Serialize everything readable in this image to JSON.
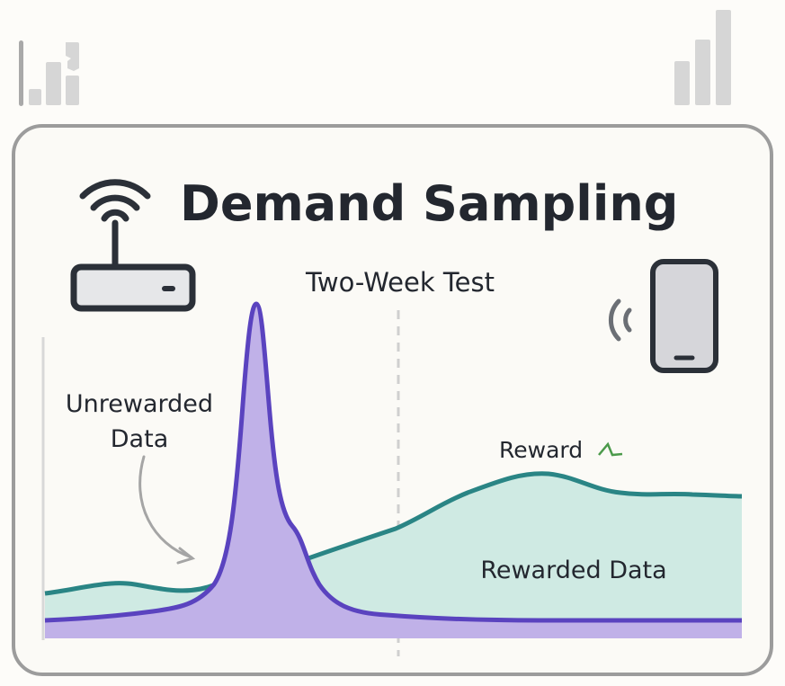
{
  "title": "Demand Sampling",
  "subtitle": "Two-Week Test",
  "labels": {
    "unrewarded_line1": "Unrewarded",
    "unrewarded_line2": "Data",
    "reward": "Reward",
    "rewarded": "Rewarded Data"
  },
  "icons": [
    "bar-chart-icon",
    "signal-bars-icon",
    "wifi-router-icon",
    "smartphone-icon"
  ],
  "colors": {
    "teal_stroke": "#2a8585",
    "teal_fill": "#cfeae3",
    "purple_stroke": "#5a43bf",
    "purple_fill": "#c0b1e8",
    "text": "#23272f"
  }
}
